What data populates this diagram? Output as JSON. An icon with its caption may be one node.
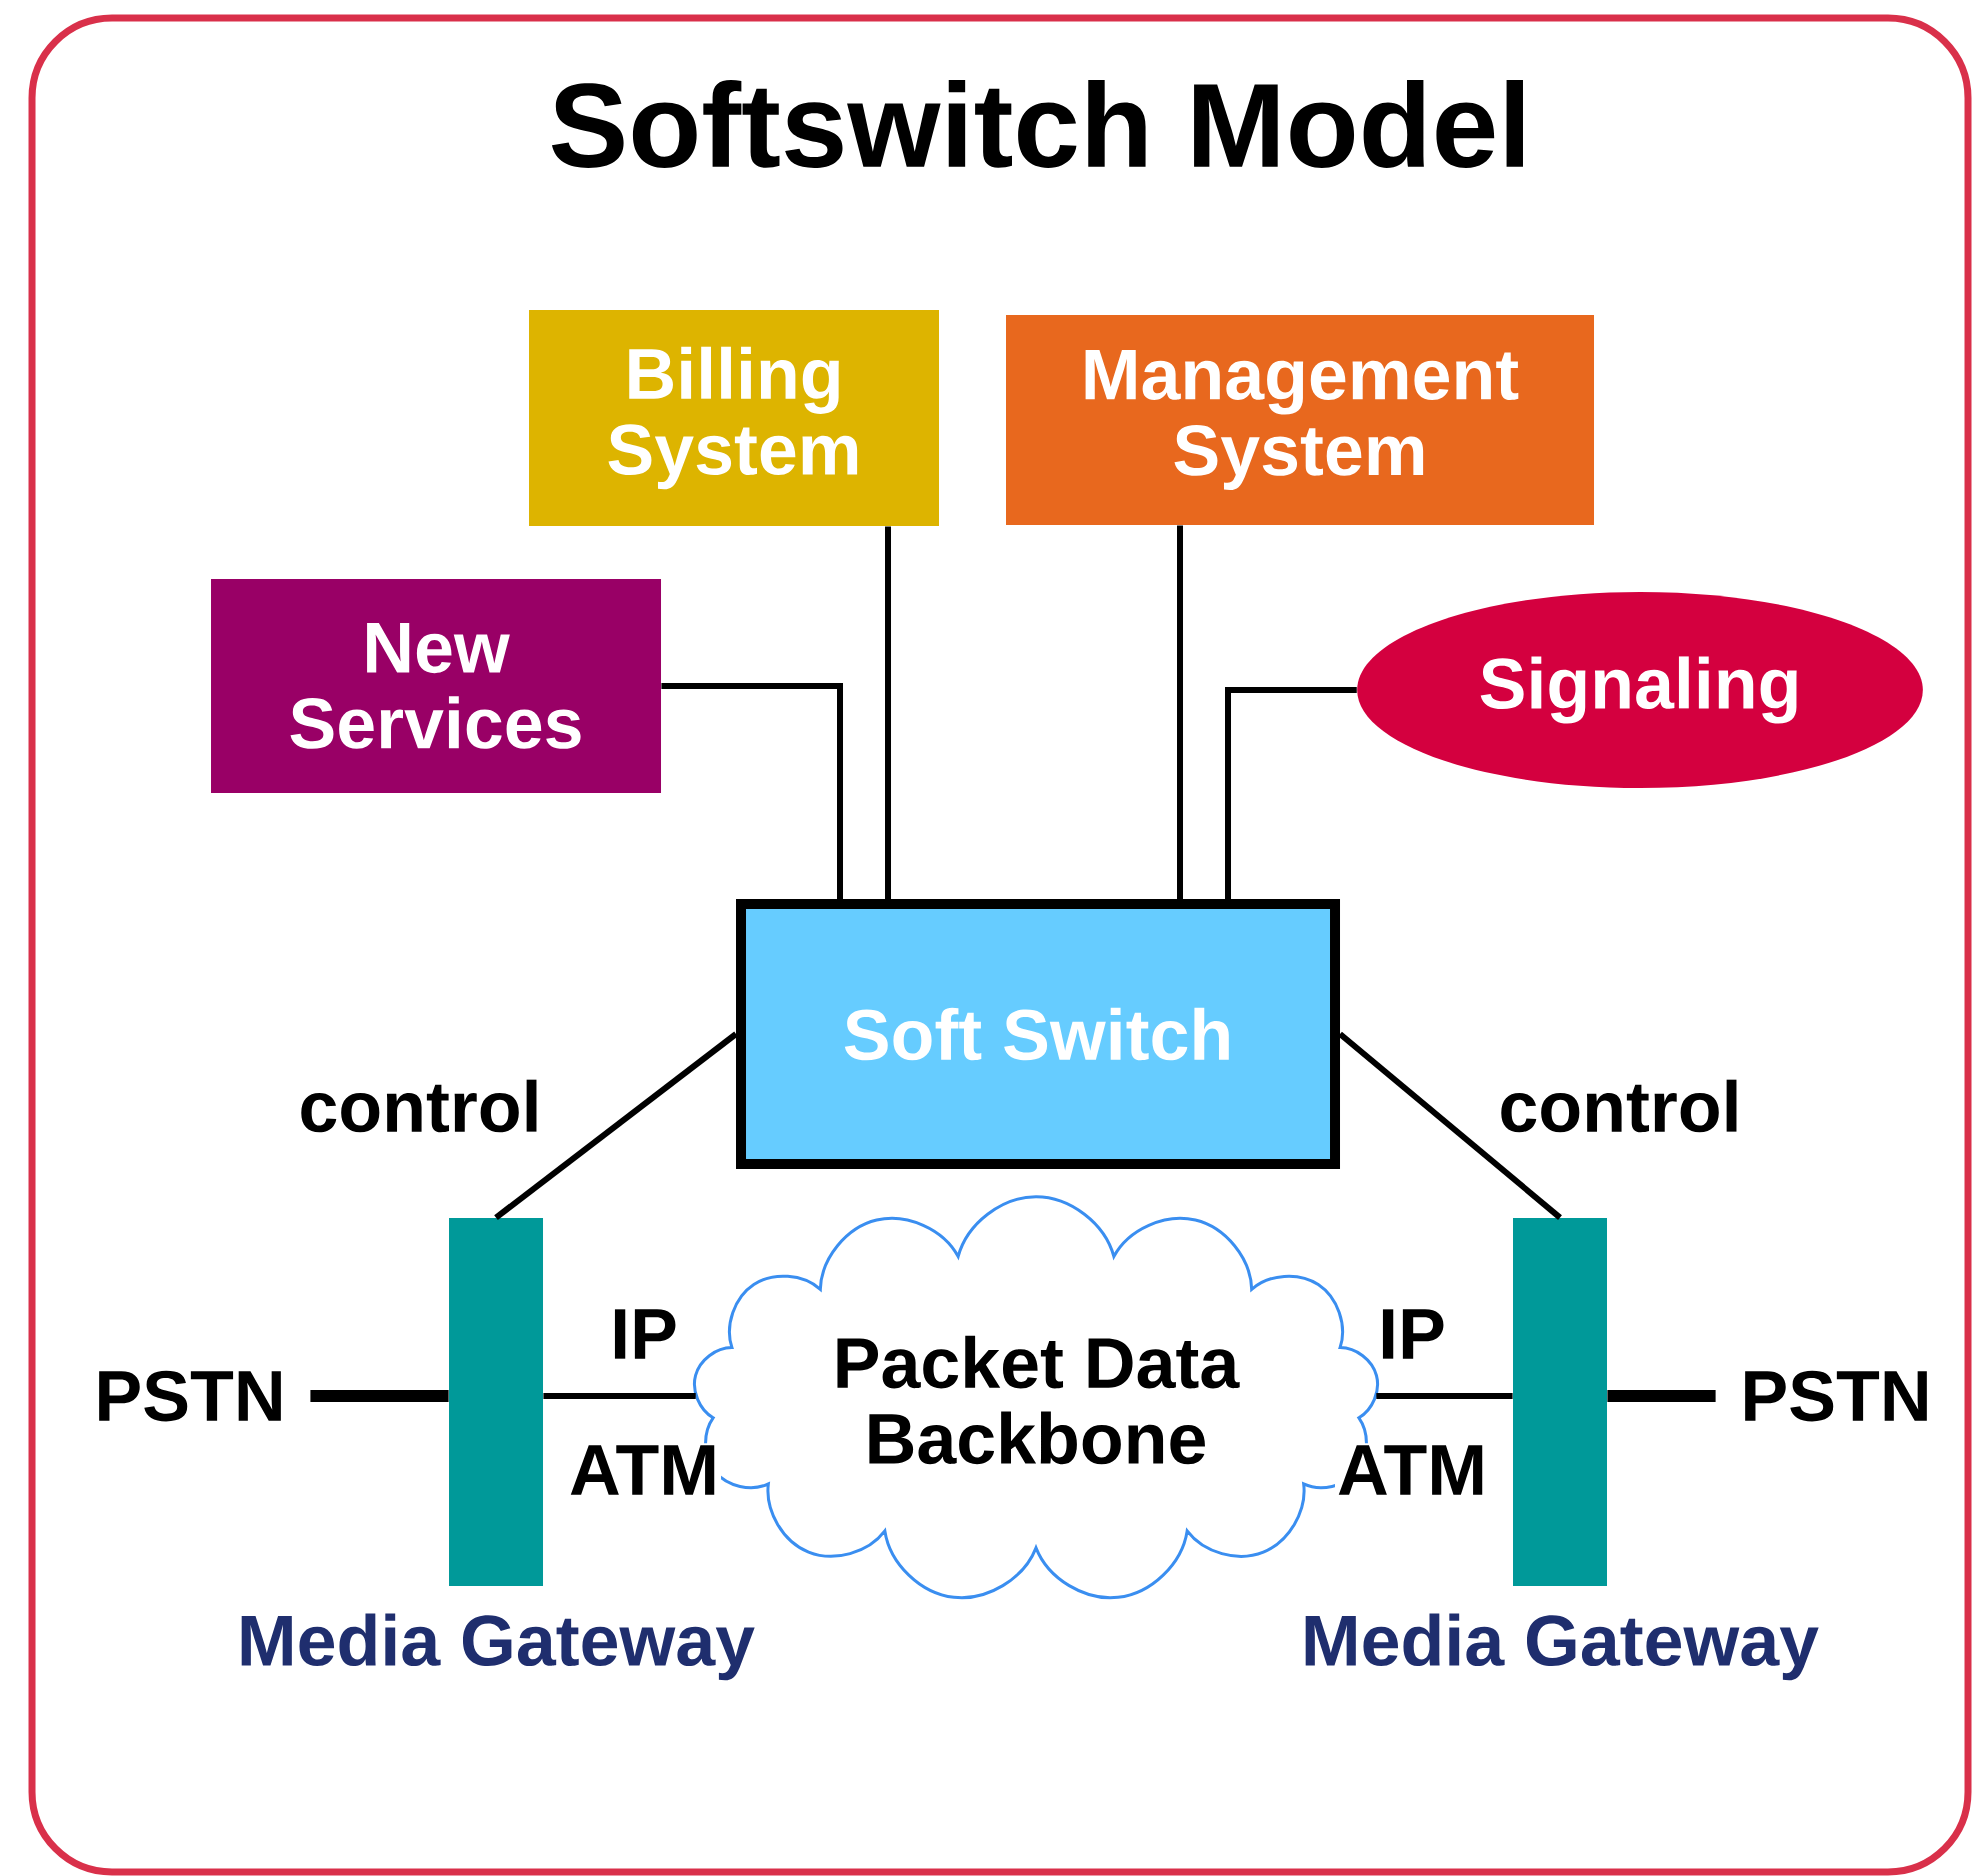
{
  "diagram": {
    "title": "Softswitch Model",
    "nodes": [
      {
        "text": [
          "Billing System"
        ]
      },
      {
        "text": [
          "Management System"
        ]
      },
      {
        "text": [
          "New Services"
        ]
      },
      {
        "text": [
          "Signaling"
        ]
      },
      {
        "text": [
          "Soft Switch"
        ]
      },
      {
        "text": [
          "PSTN"
        ]
      },
      {
        "text": [
          "Media Gateway"
        ]
      },
      {
        "text": [
          "Packet Data Backbone"
        ]
      },
      {
        "text": [
          "Media Gateway"
        ]
      },
      {
        "text": [
          "PSTN"
        ]
      }
    ],
    "edges": [
      {
        "from": 2,
        "to": 4,
        "arrow": "none"
      },
      {
        "from": 0,
        "to": 4,
        "arrow": "none"
      },
      {
        "from": 1,
        "to": 4,
        "arrow": "none"
      },
      {
        "from": 3,
        "to": 4,
        "arrow": "none"
      },
      {
        "from": 4,
        "to": 6,
        "arrow": "none",
        "label": "control"
      },
      {
        "from": 4,
        "to": 8,
        "arrow": "none",
        "label": "control"
      },
      {
        "from": 5,
        "to": 6,
        "arrow": "none",
        "style": "thick"
      },
      {
        "from": 6,
        "to": 7,
        "arrow": "none",
        "label": "IP"
      },
      {
        "from": 7,
        "to": 8,
        "arrow": "none",
        "label": "IP"
      },
      {
        "from": 8,
        "to": 9,
        "arrow": "none",
        "style": "thick"
      }
    ],
    "labels": [
      "ATM",
      "ATM"
    ]
  }
}
